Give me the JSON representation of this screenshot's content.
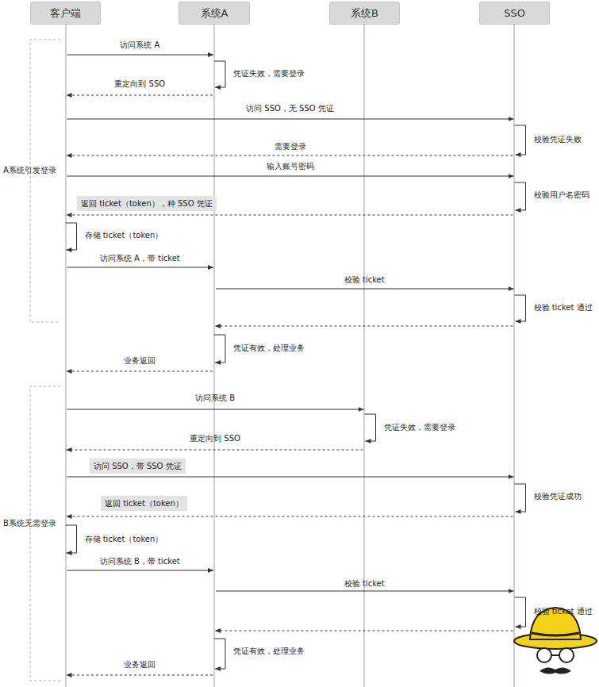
{
  "diagram": {
    "nodes": [
      {
        "text": [
          "客户端"
        ]
      },
      {
        "text": [
          "系统A"
        ]
      },
      {
        "text": [
          "系统B"
        ]
      },
      {
        "text": [
          "SSO"
        ]
      }
    ],
    "edges": [
      {
        "from": 0,
        "to": 1,
        "label": "访问系统 A",
        "arrow": "to"
      },
      {
        "from": 1,
        "to": 1,
        "label": "凭证失效，需要登录",
        "arrow": "to"
      },
      {
        "from": 1,
        "to": 0,
        "label": "重定向到 SSO",
        "arrow": "to"
      },
      {
        "from": 0,
        "to": 3,
        "label": "访问 SSO，无 SSO 凭证",
        "arrow": "to"
      },
      {
        "from": 3,
        "to": 3,
        "label": "校验凭证失败",
        "arrow": "to"
      },
      {
        "from": 3,
        "to": 0,
        "label": "需要登录",
        "arrow": "to"
      },
      {
        "from": 0,
        "to": 3,
        "label": "输入账号密码",
        "arrow": "to"
      },
      {
        "from": 3,
        "to": 3,
        "label": "校验用户名密码",
        "arrow": "to"
      },
      {
        "from": 3,
        "to": 0,
        "label": "返回 ticket（token），种 SSO 凭证",
        "arrow": "to"
      },
      {
        "from": 0,
        "to": 0,
        "label": "存储 ticket（token）",
        "arrow": "to"
      },
      {
        "from": 0,
        "to": 1,
        "label": "访问系统 A，带 ticket",
        "arrow": "to"
      },
      {
        "from": 1,
        "to": 3,
        "label": "校验 ticket",
        "arrow": "to"
      },
      {
        "from": 3,
        "to": 3,
        "label": "校验 ticket 通过",
        "arrow": "to"
      },
      {
        "from": 3,
        "to": 1,
        "arrow": "to"
      },
      {
        "from": 1,
        "to": 1,
        "label": "凭证有效，处理业务",
        "arrow": "to"
      },
      {
        "from": 1,
        "to": 0,
        "label": "业务返回",
        "arrow": "to"
      },
      {
        "from": 0,
        "to": 2,
        "label": "访问系统 B",
        "arrow": "to"
      },
      {
        "from": 2,
        "to": 2,
        "label": "凭证失效，需要登录",
        "arrow": "to"
      },
      {
        "from": 2,
        "to": 0,
        "label": "重定向到 SSO",
        "arrow": "to"
      },
      {
        "from": 0,
        "to": 3,
        "label": "访问 SSO，带 SSO 凭证",
        "arrow": "to"
      },
      {
        "from": 3,
        "to": 3,
        "label": "校验凭证成功",
        "arrow": "to"
      },
      {
        "from": 3,
        "to": 0,
        "label": "返回 ticket（token）",
        "arrow": "to"
      },
      {
        "from": 0,
        "to": 0,
        "label": "存储 ticket（token）",
        "arrow": "to"
      },
      {
        "from": 0,
        "to": 1,
        "label": "访问系统 B，带 ticket",
        "arrow": "to"
      },
      {
        "from": 1,
        "to": 3,
        "label": "校验 ticket",
        "arrow": "to"
      },
      {
        "from": 3,
        "to": 3,
        "label": "校验 ticket 通过",
        "arrow": "to"
      },
      {
        "from": 3,
        "to": 1,
        "arrow": "to"
      },
      {
        "from": 1,
        "to": 1,
        "label": "凭证有效，处理业务",
        "arrow": "to"
      },
      {
        "from": 1,
        "to": 0,
        "label": "业务返回",
        "arrow": "to"
      }
    ],
    "labels": [
      "A系统引发登录",
      "B系统无需登录"
    ]
  }
}
